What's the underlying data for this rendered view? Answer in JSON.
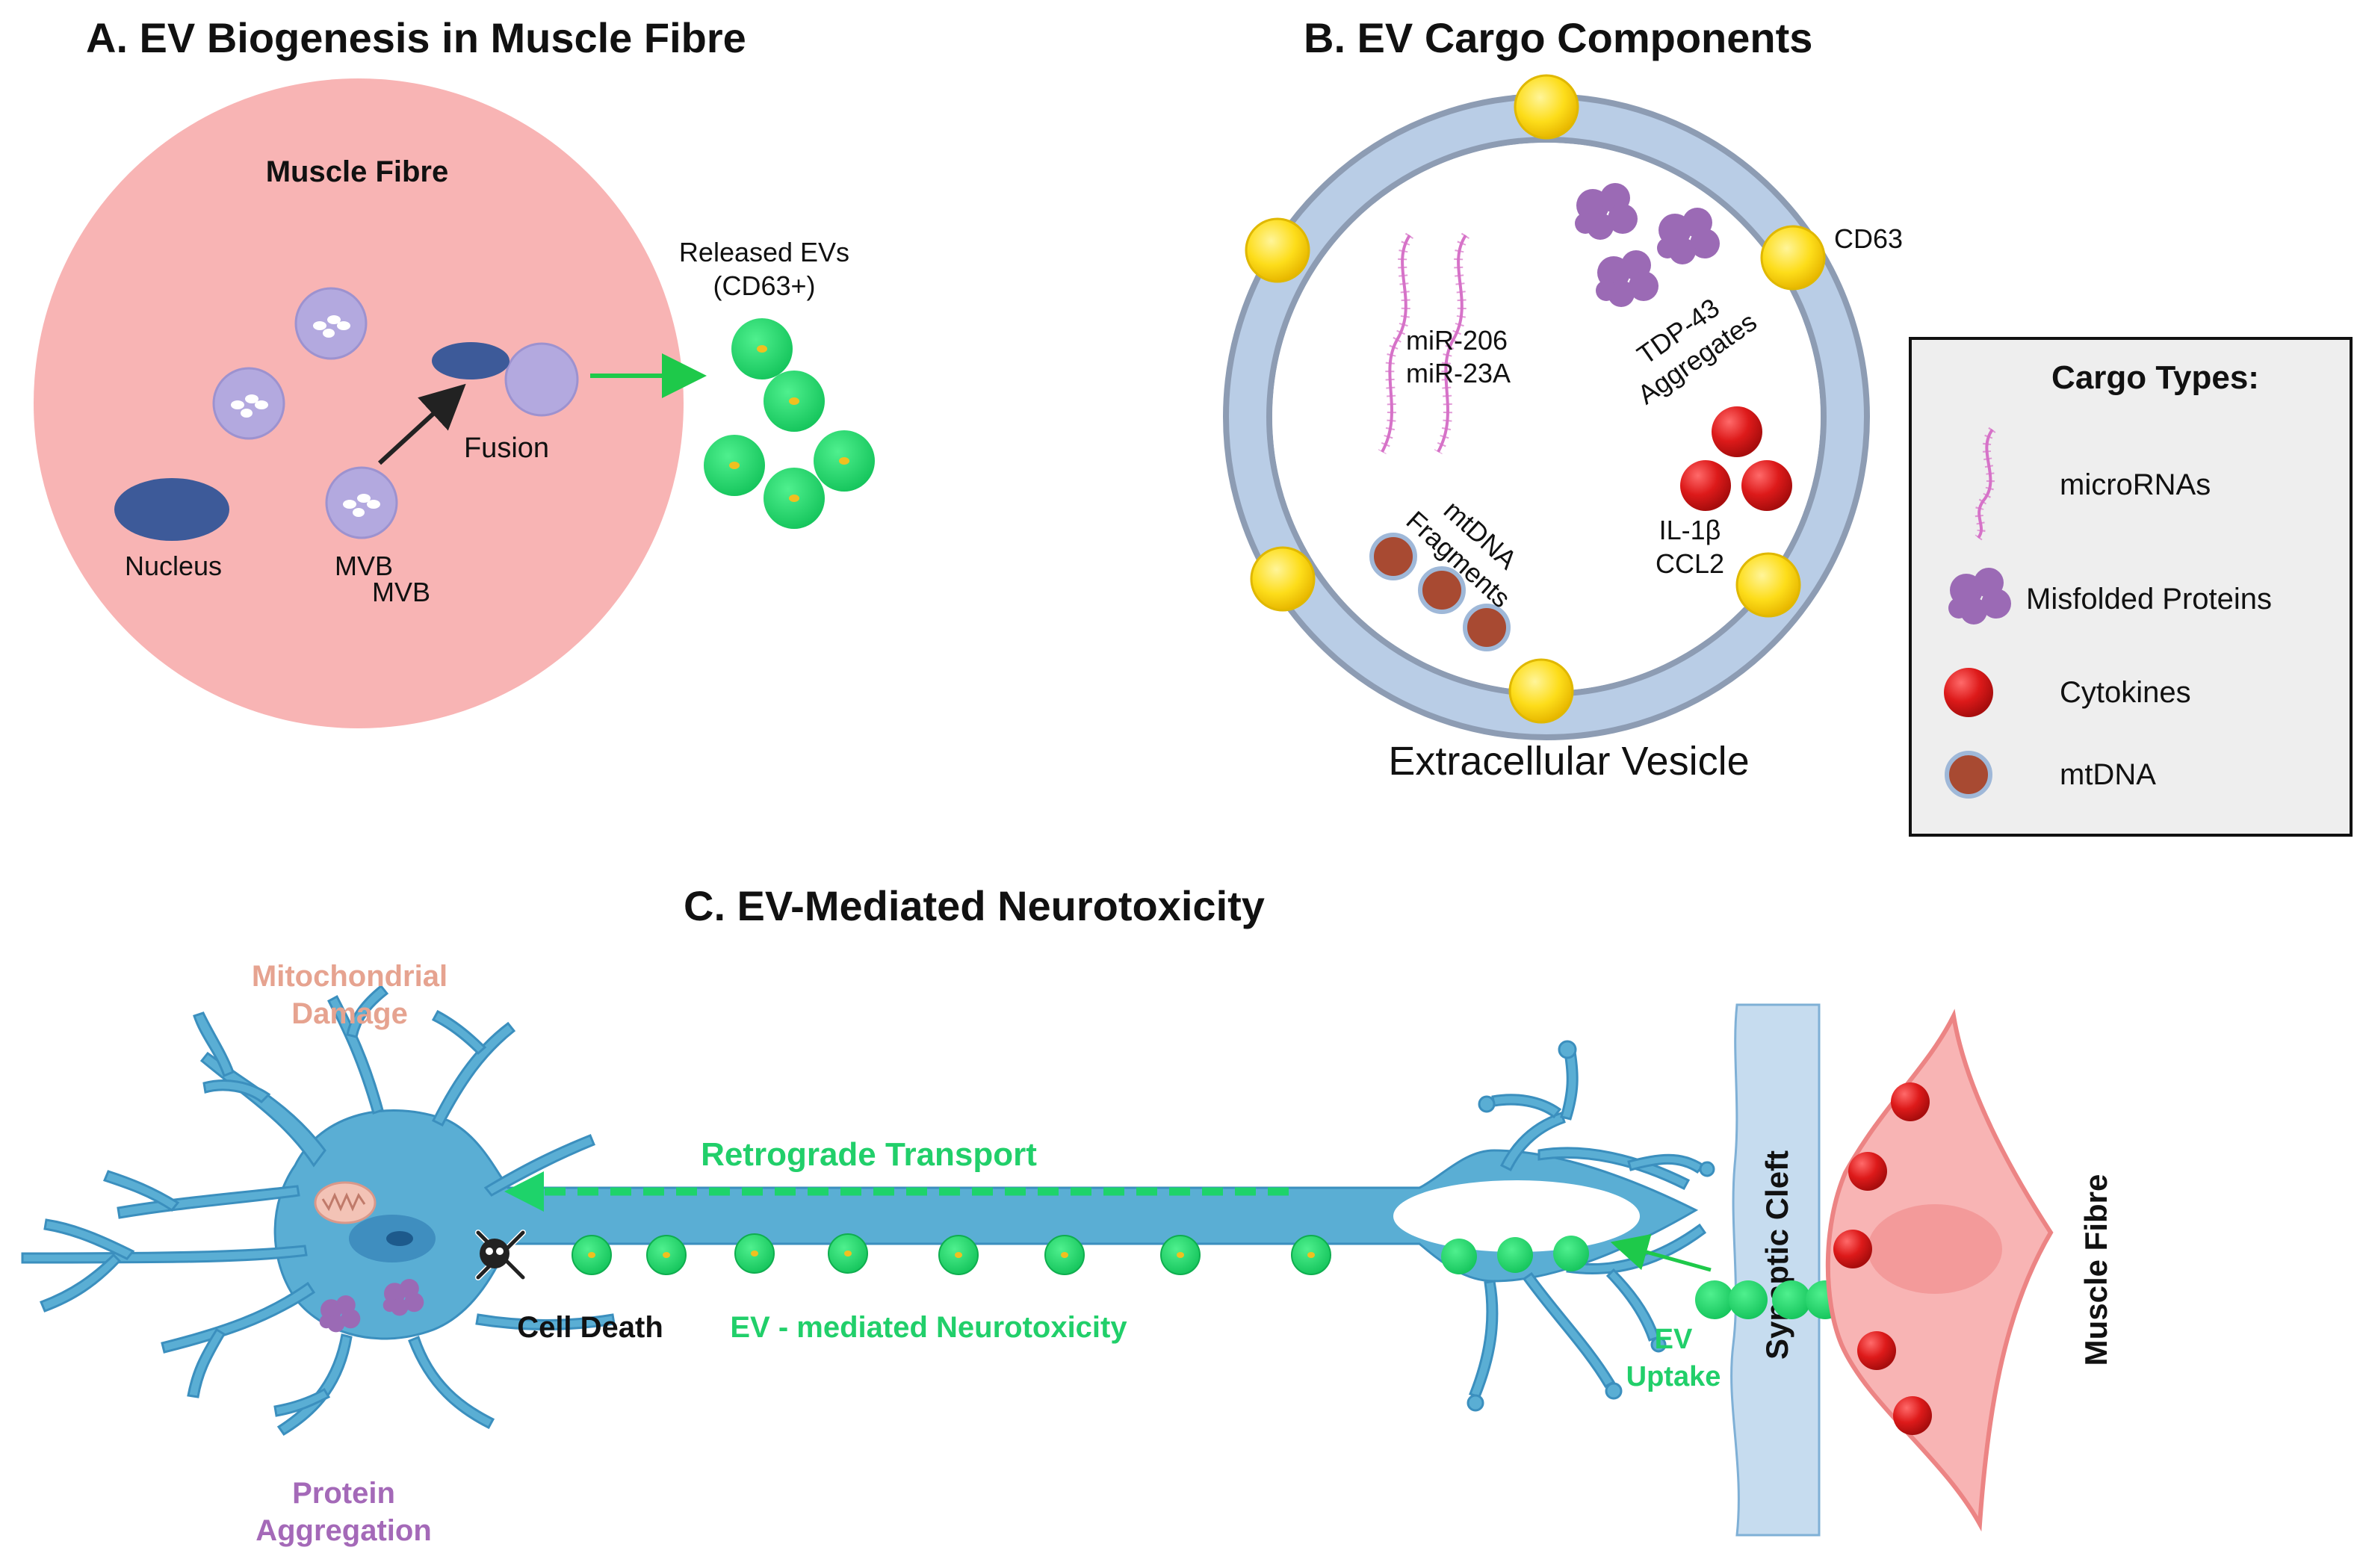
{
  "panel_a": {
    "title": "A. EV Biogenesis in Muscle Fibre",
    "cell_label": "Muscle Fibre",
    "nucleus_label": "Nucleus",
    "mvb_label_1": "MVB",
    "mvb_label_2": "MVB",
    "fusion_label": "Fusion",
    "released_label_1": "Released EVs",
    "released_label_2": "(CD63+)"
  },
  "panel_b": {
    "title": "B. EV Cargo Components",
    "cd63_label": "CD63",
    "mirna_label_1": "miR-206",
    "mirna_label_2": "miR-23A",
    "tdp_label_1": "TDP-43",
    "tdp_label_2": "Aggregates",
    "mtdna_label_1": "mtDNA",
    "mtdna_label_2": "Fragments",
    "cytokine_label_1": "IL-1β",
    "cytokine_label_2": "CCL2",
    "vesicle_label": "Extracellular Vesicle"
  },
  "legend": {
    "title": "Cargo Types:",
    "items": [
      {
        "label": "microRNAs"
      },
      {
        "label": "Misfolded Proteins"
      },
      {
        "label": "Cytokines"
      },
      {
        "label": "mtDNA"
      }
    ]
  },
  "panel_c": {
    "title": "C. EV-Mediated Neurotoxicity",
    "mito_label_1": "Mitochondrial",
    "mito_label_2": "Damage",
    "retrograde_label": "Retrograde Transport",
    "cell_death_label": "Cell Death",
    "neurotox_label": "EV - mediated Neurotoxicity",
    "protein_label_1": "Protein",
    "protein_label_2": "Aggregation",
    "synaptic_label": "Synaptic Cleft",
    "muscle_label": "Muscle Fibre",
    "uptake_label_1": "EV",
    "uptake_label_2": "Uptake"
  },
  "colors": {
    "muscle_pink": "#f8b4b4",
    "nucleus_blue": "#3d5a99",
    "mvb_lavender": "#b3a9df",
    "ev_green": "#1ed36a",
    "neuron_blue": "#5aaed4",
    "membrane_blue": "#b9cde6",
    "cd63_yellow": "#fddd1a",
    "cytokine_red": "#dd1a1a",
    "mtdna_brown": "#a84a32",
    "protein_purple": "#9b6ab5",
    "mirna_pink": "#d672c8",
    "green_text": "#21cf6a",
    "salmon_text": "#e6a390",
    "purple_text": "#a469b8"
  }
}
